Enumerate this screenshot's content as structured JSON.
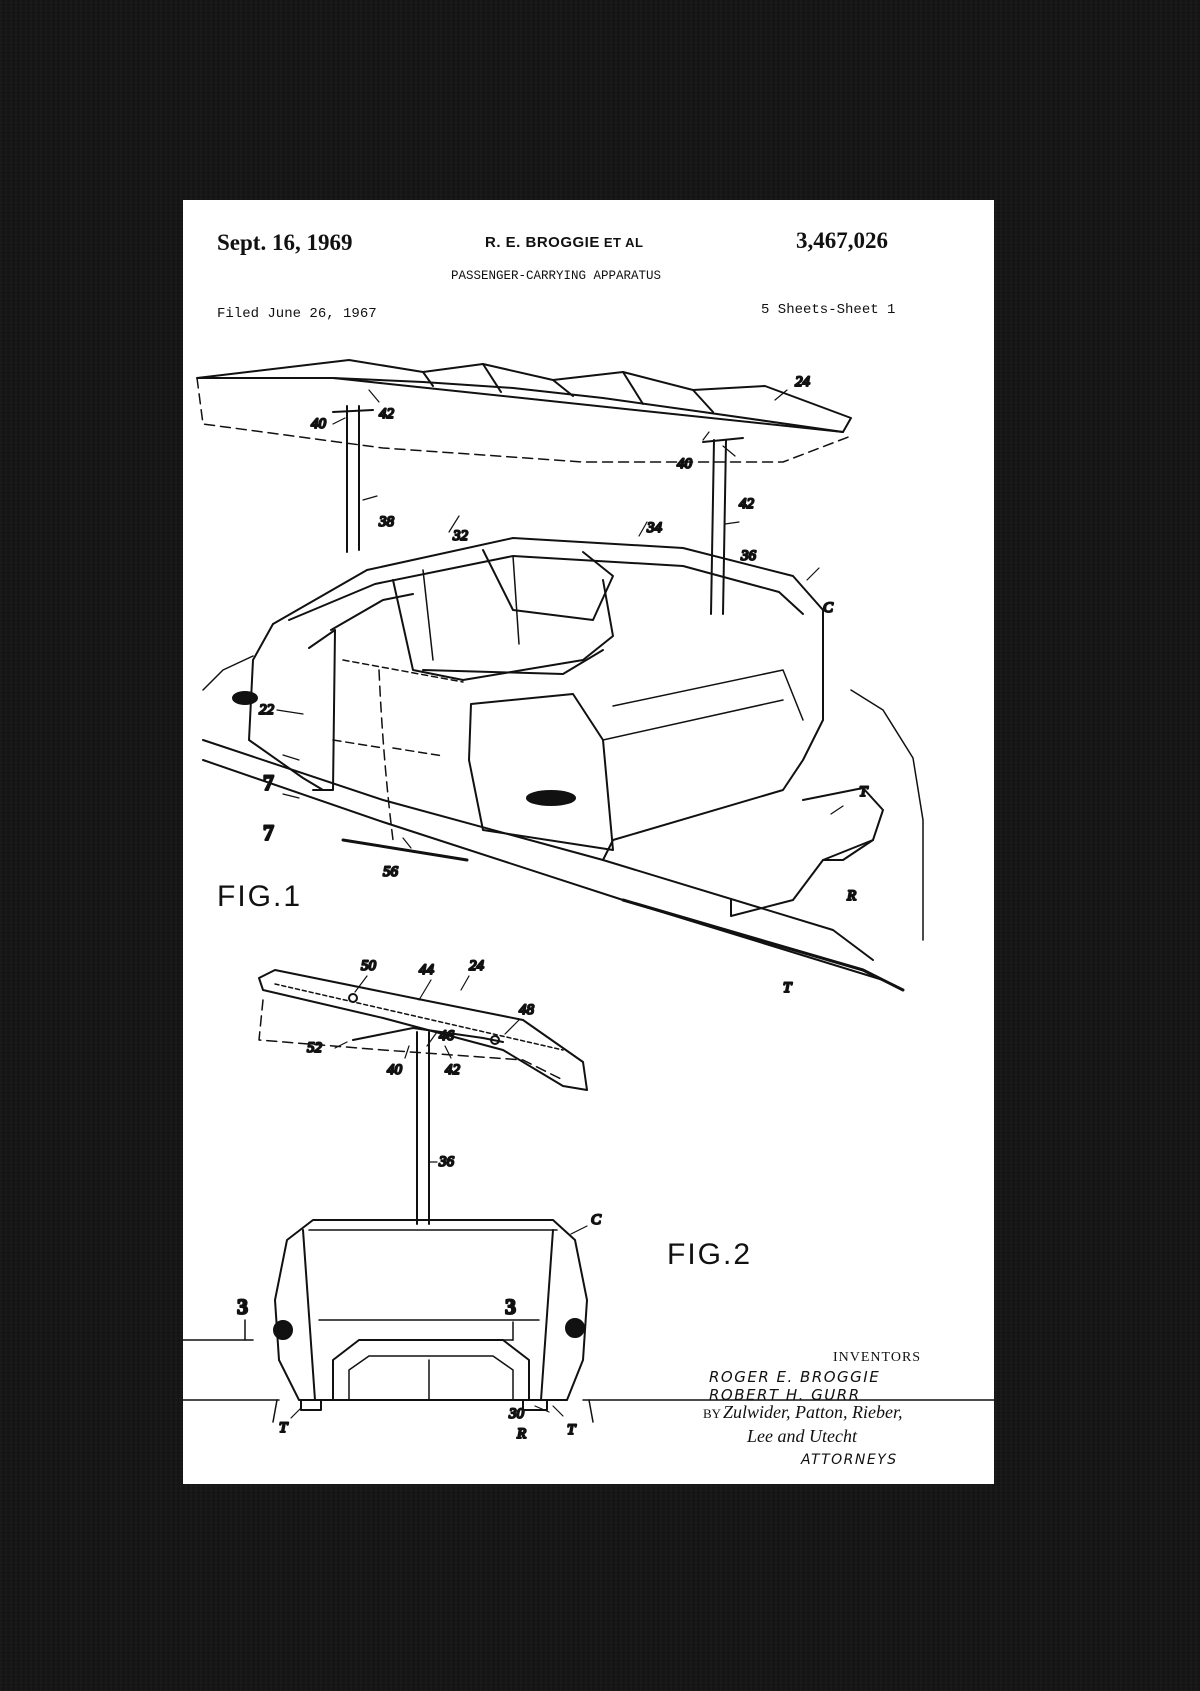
{
  "patent": {
    "date": "Sept. 16, 1969",
    "inventor_header": "R. E. BROGGIE",
    "et_al": "ET AL",
    "number": "3,467,026",
    "title": "PASSENGER-CARRYING APPARATUS",
    "filed": "Filed June 26, 1967",
    "sheets": "5 Sheets-Sheet 1"
  },
  "figures": {
    "fig1": "FIG.1",
    "fig2": "FIG.2"
  },
  "ref_labels": {
    "r24a": "24",
    "r42a": "42",
    "r40a": "40",
    "r40b": "40",
    "r42b": "42",
    "r38": "38",
    "r32": "32",
    "r34": "34",
    "r36a": "36",
    "rCa": "C",
    "r22": "22",
    "r7a": "7",
    "r7b": "7",
    "rTa": "T",
    "r56": "56",
    "rR": "R",
    "rTb": "T",
    "r50": "50",
    "r44": "44",
    "r24b": "24",
    "r48": "48",
    "r46": "46",
    "r52": "52",
    "r40c": "40",
    "r42c": "42",
    "r36b": "36",
    "rCb": "C",
    "r3a": "3",
    "r3b": "3",
    "rTc": "T",
    "r30": "30",
    "rR2": "R",
    "rTd": "T"
  },
  "inventors": {
    "heading": "INVENTORS",
    "name1": "ROGER E. BROGGIE",
    "name2": "ROBERT H. GURR",
    "by": "BY",
    "sig_line1": "Zulwider, Patton, Rieber,",
    "sig_line2": "Lee and Utecht",
    "attorneys": "ATTORNEYS"
  }
}
